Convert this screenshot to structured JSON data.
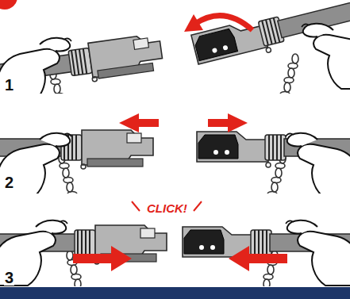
{
  "diagram": {
    "labels": [
      "1",
      "2",
      "3",
      "CLICK!"
    ]
  }
}
